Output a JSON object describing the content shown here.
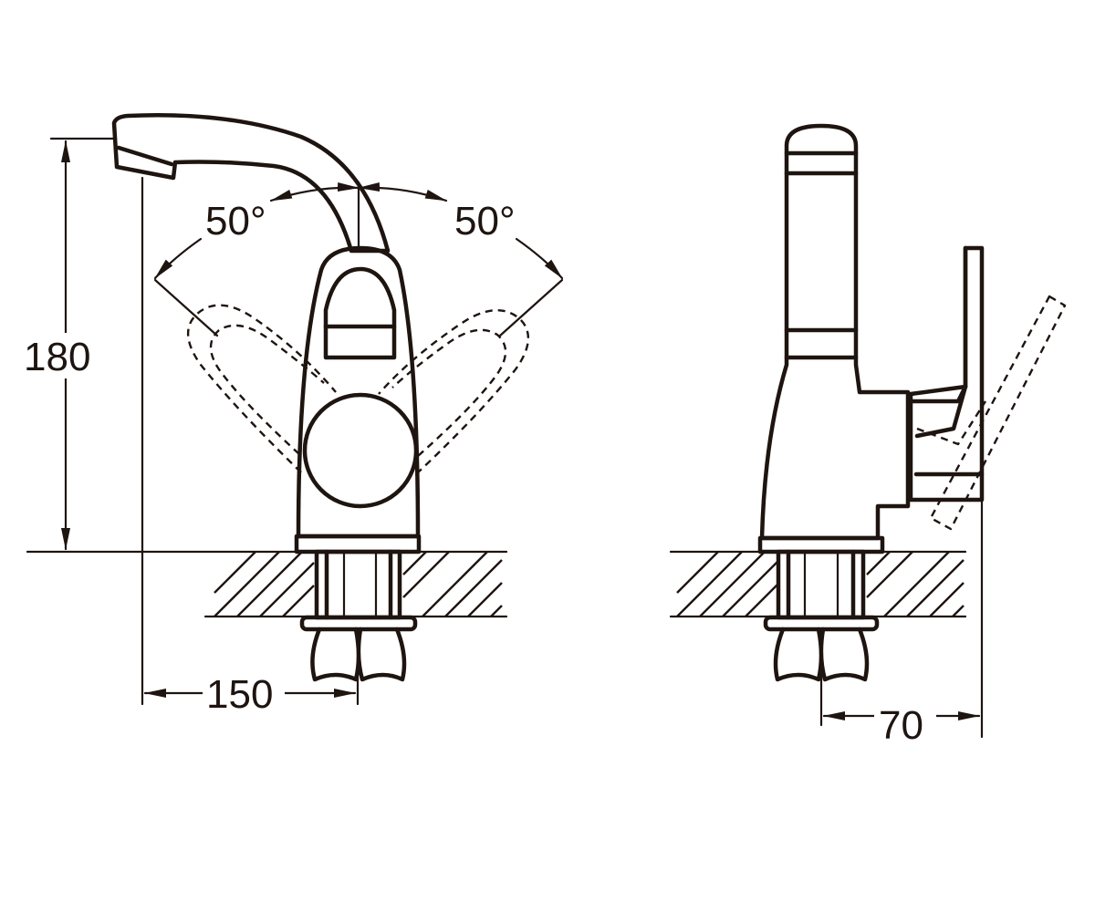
{
  "diagram": {
    "colors": {
      "line": "#1e1410",
      "background": "#ffffff"
    },
    "dimensions": {
      "height": "180",
      "spout_reach": "150",
      "handle_angle_left": "50°",
      "handle_angle_right": "50°",
      "depth": "70"
    }
  }
}
